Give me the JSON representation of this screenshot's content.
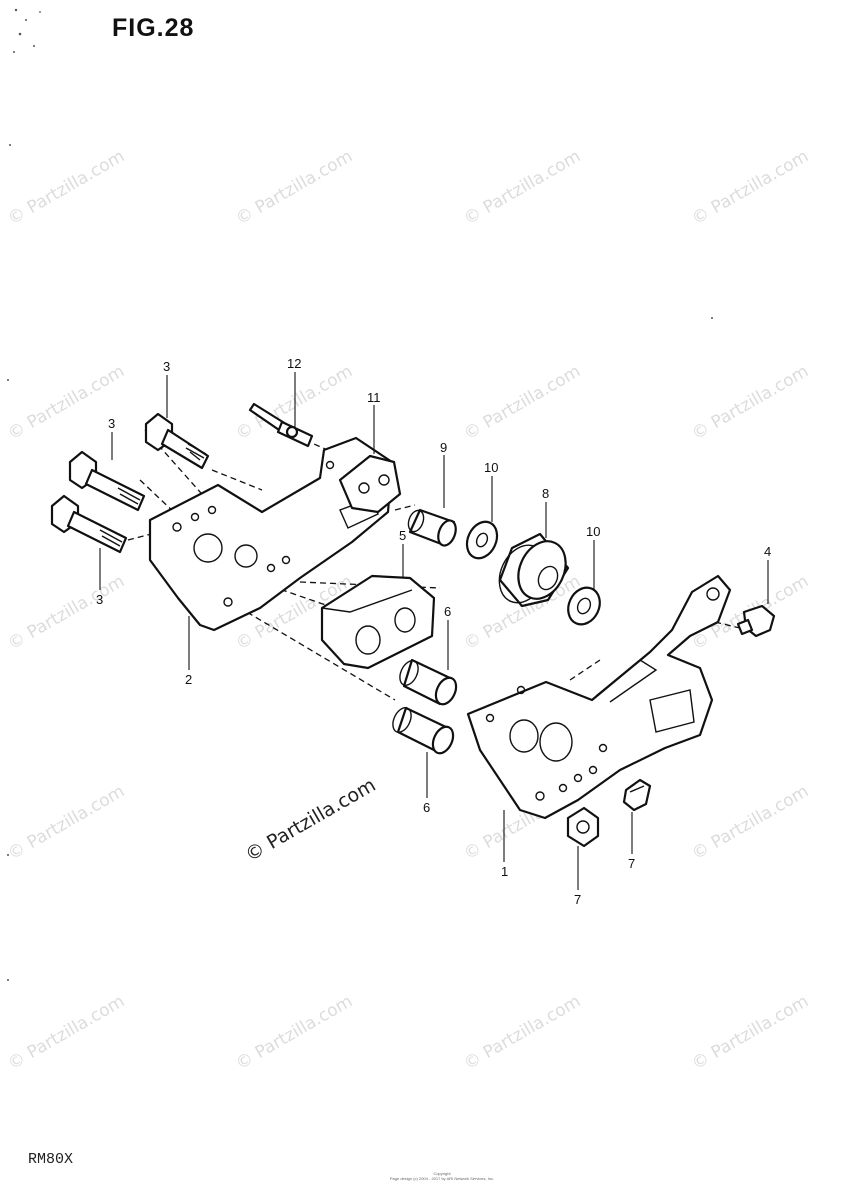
{
  "figure_title": "FIG.28",
  "model_code": "RM80X",
  "copyright_lines": [
    "Copyright",
    "Page design (c) 2004 - 2017 by ARI Network Services, Inc."
  ],
  "watermark_text": "© Partzilla.com",
  "callouts": {
    "p1": "1",
    "p2": "2",
    "p3a": "3",
    "p3b": "3",
    "p3c": "3",
    "p4": "4",
    "p5": "5",
    "p6a": "6",
    "p6b": "6",
    "p7a": "7",
    "p7b": "7",
    "p8": "8",
    "p9": "9",
    "p10a": "10",
    "p10b": "10",
    "p11": "11",
    "p12": "12"
  }
}
